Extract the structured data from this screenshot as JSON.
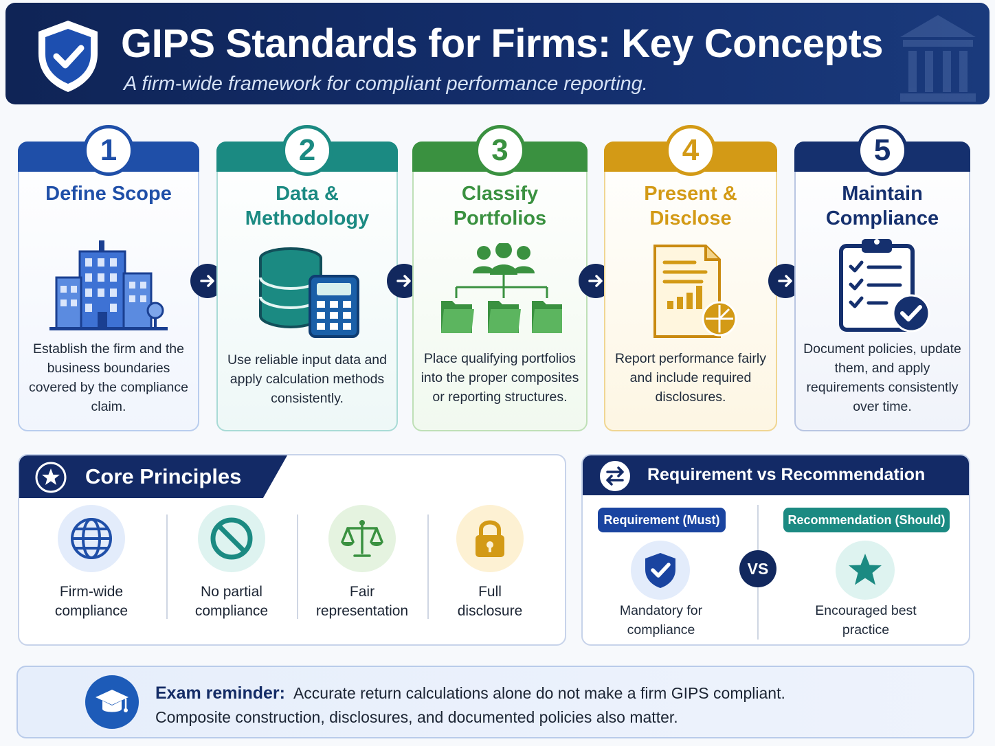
{
  "header": {
    "title": "GIPS Standards for Firms: Key Concepts",
    "subtitle": "A firm-wide framework for compliant performance reporting."
  },
  "steps": [
    {
      "number": "1",
      "title": "Define Scope",
      "description": "Establish the firm and the business boundaries covered by the compliance claim.",
      "color": "#1f4fa8",
      "icon": "office-building-icon"
    },
    {
      "number": "2",
      "title": "Data & Methodology",
      "description": "Use reliable input data and apply calculation methods consistently.",
      "color": "#1b8a82",
      "icon": "database-calculator-icon"
    },
    {
      "number": "3",
      "title": "Classify Portfolios",
      "description": "Place qualifying portfolios into the proper composites or reporting structures.",
      "color": "#3a9140",
      "icon": "folder-hierarchy-icon"
    },
    {
      "number": "4",
      "title": "Present & Disclose",
      "description": "Report performance fairly and include required disclosures.",
      "color": "#d39a16",
      "icon": "report-document-icon"
    },
    {
      "number": "5",
      "title": "Maintain Compliance",
      "description": "Document policies, update them, and apply requirements consistently over time.",
      "color": "#15306e",
      "icon": "checklist-clipboard-icon"
    }
  ],
  "core_principles": {
    "title": "Core Principles",
    "items": [
      {
        "label": "Firm-wide compliance",
        "icon": "globe-icon"
      },
      {
        "label": "No partial compliance",
        "icon": "prohibited-icon"
      },
      {
        "label": "Fair representation",
        "icon": "scales-icon"
      },
      {
        "label": "Full disclosure",
        "icon": "padlock-icon"
      }
    ]
  },
  "requirement_vs_recommendation": {
    "title": "Requirement vs Recommendation",
    "vs_label": "VS",
    "requirement": {
      "pill": "Requirement (Must)",
      "label": "Mandatory for compliance",
      "color": "#1a44a0"
    },
    "recommendation": {
      "pill": "Recommendation (Should)",
      "label": "Encouraged best practice",
      "color": "#1b8a82"
    }
  },
  "exam_reminder": {
    "heading": "Exam reminder:",
    "line1": "Accurate return calculations alone do not make a firm GIPS compliant.",
    "line2": "Composite construction, disclosures, and documented policies also matter."
  }
}
